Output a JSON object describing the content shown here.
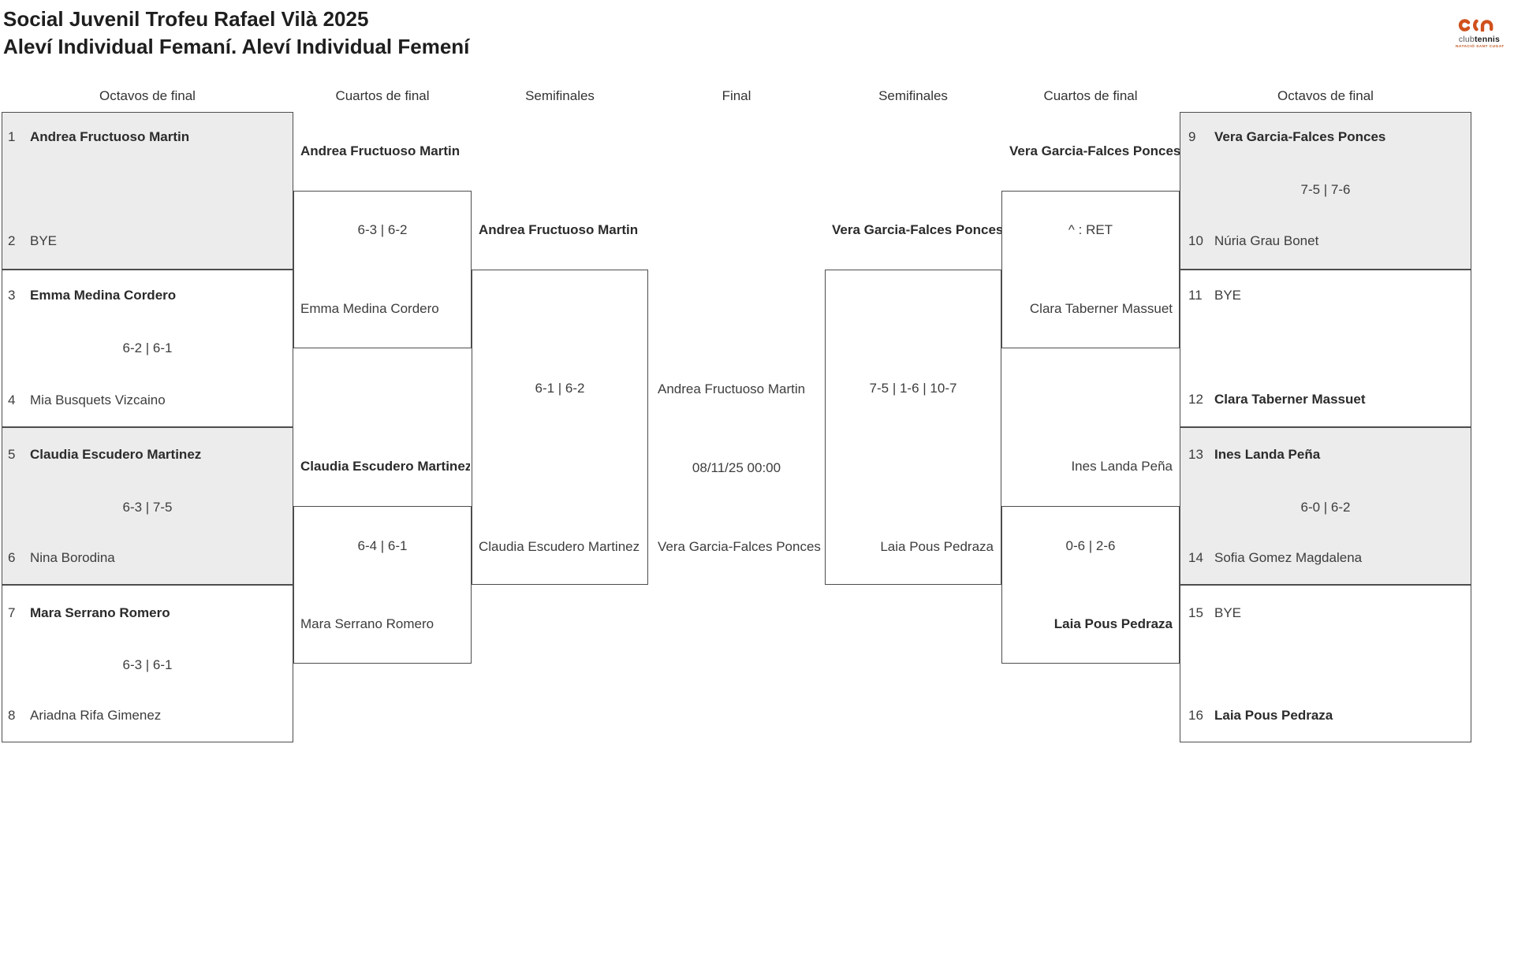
{
  "header": {
    "title": "Social Juvenil Trofeu Rafael Vilà 2025",
    "subtitle": "Aleví Individual Femaní. Aleví Individual Femení"
  },
  "logo": {
    "club": "club",
    "tennis": "tennis",
    "tagline": "NATACIÓ SANT CUGAT"
  },
  "colors": {
    "accent_orange": "#d0511c",
    "box_gray": "#ececec",
    "border": "#4d4d4d"
  },
  "round_headers": {
    "octavos_left": "Octavos de final",
    "cuartos_left": "Cuartos de final",
    "semis_left": "Semifinales",
    "final": "Final",
    "semis_right": "Semifinales",
    "cuartos_right": "Cuartos de final",
    "octavos_right": "Octavos de final"
  },
  "bracket": {
    "o1": {
      "s1": "1",
      "p1": "Andrea Fructuoso Martin",
      "score": "",
      "s2": "2",
      "p2": "BYE"
    },
    "o2": {
      "s1": "3",
      "p1": "Emma Medina Cordero",
      "score": "6-2 | 6-1",
      "s2": "4",
      "p2": "Mia Busquets Vizcaino"
    },
    "o3": {
      "s1": "5",
      "p1": "Claudia Escudero Martinez",
      "score": "6-3 | 7-5",
      "s2": "6",
      "p2": "Nina Borodina"
    },
    "o4": {
      "s1": "7",
      "p1": "Mara Serrano Romero",
      "score": "6-3 | 6-1",
      "s2": "8",
      "p2": "Ariadna Rifa Gimenez"
    },
    "o5": {
      "s1": "9",
      "p1": "Vera Garcia-Falces Ponces",
      "score": "7-5 | 7-6",
      "s2": "10",
      "p2": "Núria Grau Bonet"
    },
    "o6": {
      "s1": "11",
      "p1": "BYE",
      "score": "",
      "s2": "12",
      "p2": "Clara Taberner Massuet"
    },
    "o7": {
      "s1": "13",
      "p1": "Ines Landa Peña",
      "score": "6-0 | 6-2",
      "s2": "14",
      "p2": "Sofia Gomez Magdalena"
    },
    "o8": {
      "s1": "15",
      "p1": "BYE",
      "score": "",
      "s2": "16",
      "p2": "Laia Pous Pedraza"
    },
    "q1": {
      "winner": "Andrea Fructuoso Martin",
      "score": "6-3 | 6-2",
      "loser": "Emma Medina Cordero"
    },
    "q2": {
      "winner": "Claudia Escudero Martinez",
      "score": "6-4 | 6-1",
      "loser": "Mara Serrano Romero"
    },
    "q3": {
      "winner": "Vera Garcia-Falces Ponces",
      "score": "^ : RET",
      "loser": "Clara Taberner Massuet"
    },
    "q4": {
      "top": "Ines Landa Peña",
      "score": "0-6 | 2-6",
      "winner": "Laia Pous Pedraza"
    },
    "s1": {
      "winner": "Andrea Fructuoso Martin",
      "score": "6-1 | 6-2",
      "loser": "Claudia Escudero Martinez"
    },
    "s2": {
      "winner": "Vera Garcia-Falces Ponces",
      "score": "7-5 | 1-6 | 10-7",
      "loser": "Laia Pous Pedraza"
    },
    "final": {
      "p1": "Andrea Fructuoso Martin",
      "datetime": "08/11/25 00:00",
      "p2": "Vera Garcia-Falces Ponces"
    }
  }
}
